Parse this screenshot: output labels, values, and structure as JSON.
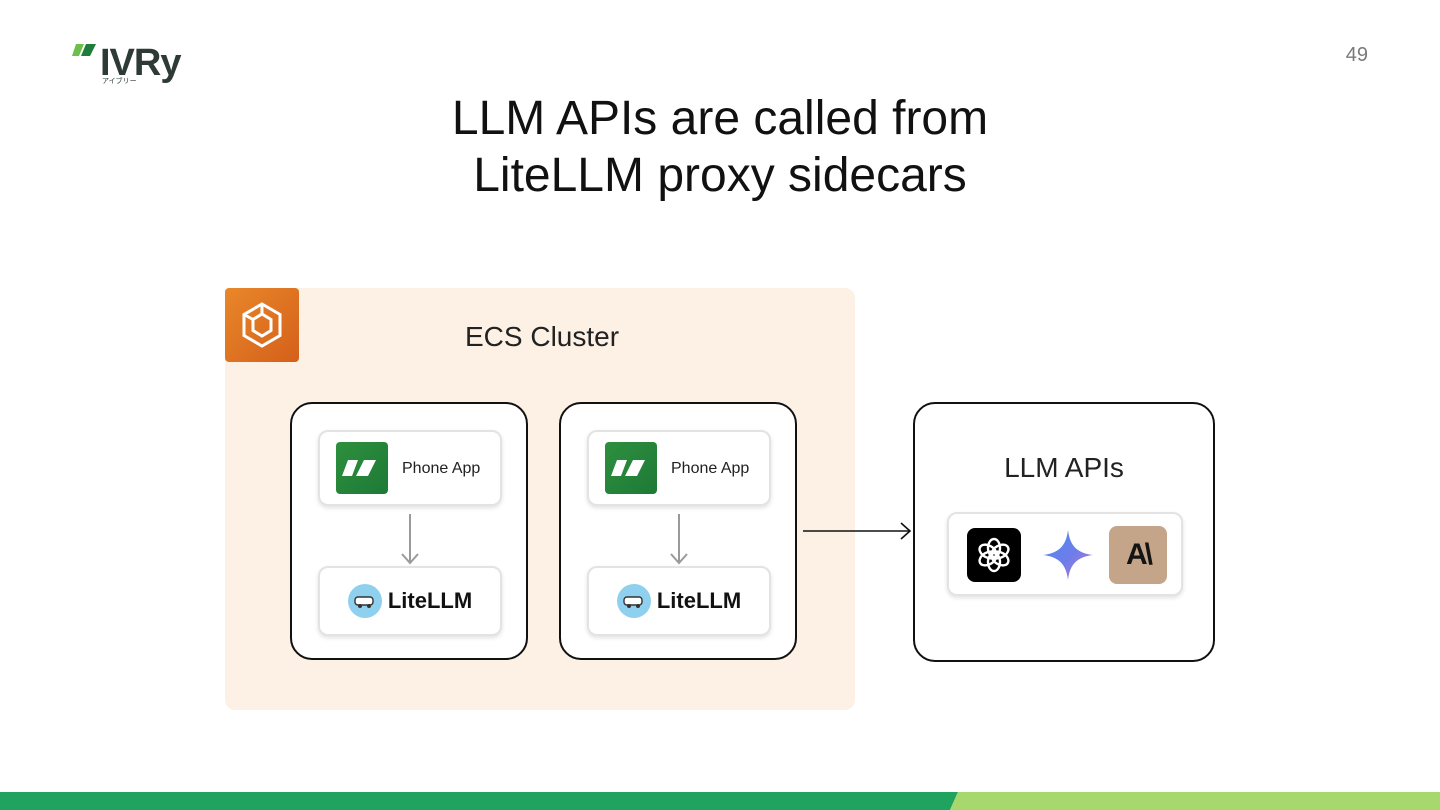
{
  "page_number": "49",
  "logo": {
    "word": "IVRy",
    "sub": "アイブリー"
  },
  "title": {
    "line1": "LLM APIs are called from",
    "line2": "LiteLLM proxy sidecars"
  },
  "cluster": {
    "label": "ECS Cluster",
    "icon": "aws-ecs-icon"
  },
  "tasks": [
    {
      "app_label": "Phone App",
      "proxy_label": "LiteLLM"
    },
    {
      "app_label": "Phone App",
      "proxy_label": "LiteLLM"
    }
  ],
  "llm_apis": {
    "label": "LLM APIs",
    "providers": [
      "openai-icon",
      "gemini-icon",
      "anthropic-icon"
    ],
    "anthropic_glyph": "A\\"
  },
  "colors": {
    "cluster_bg": "#fdf0e4",
    "ecs_orange": "#e07a24",
    "phone_app_green": "#2e8f3e",
    "footer_dark_green": "#1fa35f",
    "footer_light_green": "#a6d86e"
  }
}
